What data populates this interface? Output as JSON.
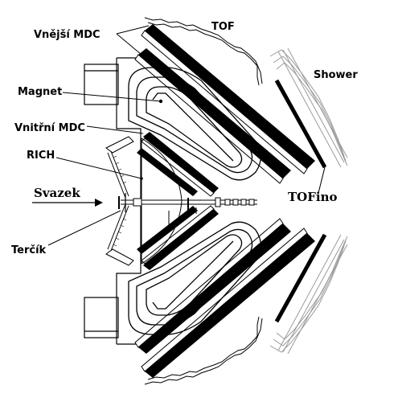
{
  "labels": {
    "outer_mdc": "Vnější MDC",
    "tof": "TOF",
    "shower": "Shower",
    "magnet": "Magnet",
    "inner_mdc": "Vnitřní MDC",
    "rich": "RICH",
    "beam": "Svazek",
    "target": "Terčík",
    "tofino": "TOFino"
  },
  "colors": {
    "line": "#000000",
    "fill_light": "#ffffff",
    "gray": "#9a9a9a"
  }
}
